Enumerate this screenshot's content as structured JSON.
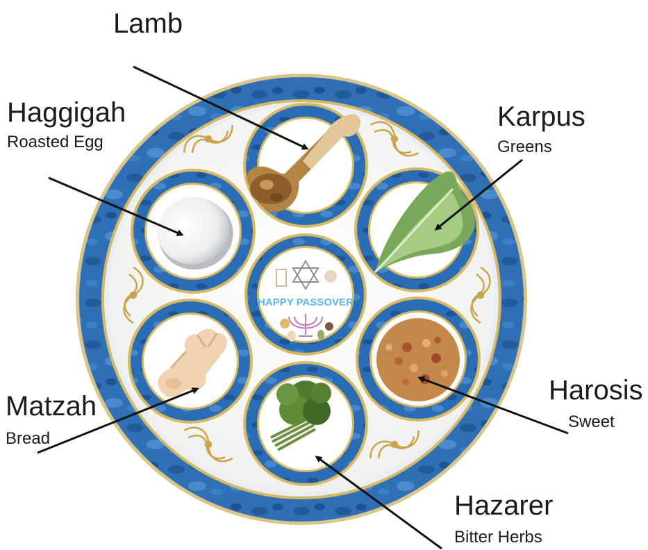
{
  "labels": {
    "lamb": {
      "title": "Lamb",
      "subtitle": ""
    },
    "haggigah": {
      "title": "Haggigah",
      "subtitle": "Roasted Egg"
    },
    "karpus": {
      "title": "Karpus",
      "subtitle": "Greens"
    },
    "matzah": {
      "title": "Matzah",
      "subtitle": "Bread"
    },
    "harosis": {
      "title": "Harosis",
      "subtitle": "Sweet"
    },
    "hazarer": {
      "title": "Hazarer",
      "subtitle": "Bitter Herbs"
    }
  },
  "center": {
    "text": "HAPPY PASSOVER"
  },
  "colors": {
    "rim_blue": "#2c6fb3",
    "rim_light": "#e7f0f8",
    "gold": "#c9a44a",
    "plate_white": "#f9f9f7",
    "arrow": "#111111",
    "center_text": "#5db7e8"
  },
  "icons": [
    "lamb-bone-icon",
    "egg-icon",
    "lettuce-leaf-icon",
    "matzah-bread-icon",
    "charoset-icon",
    "bitter-herbs-icon",
    "star-of-david-icon",
    "menorah-icon"
  ]
}
